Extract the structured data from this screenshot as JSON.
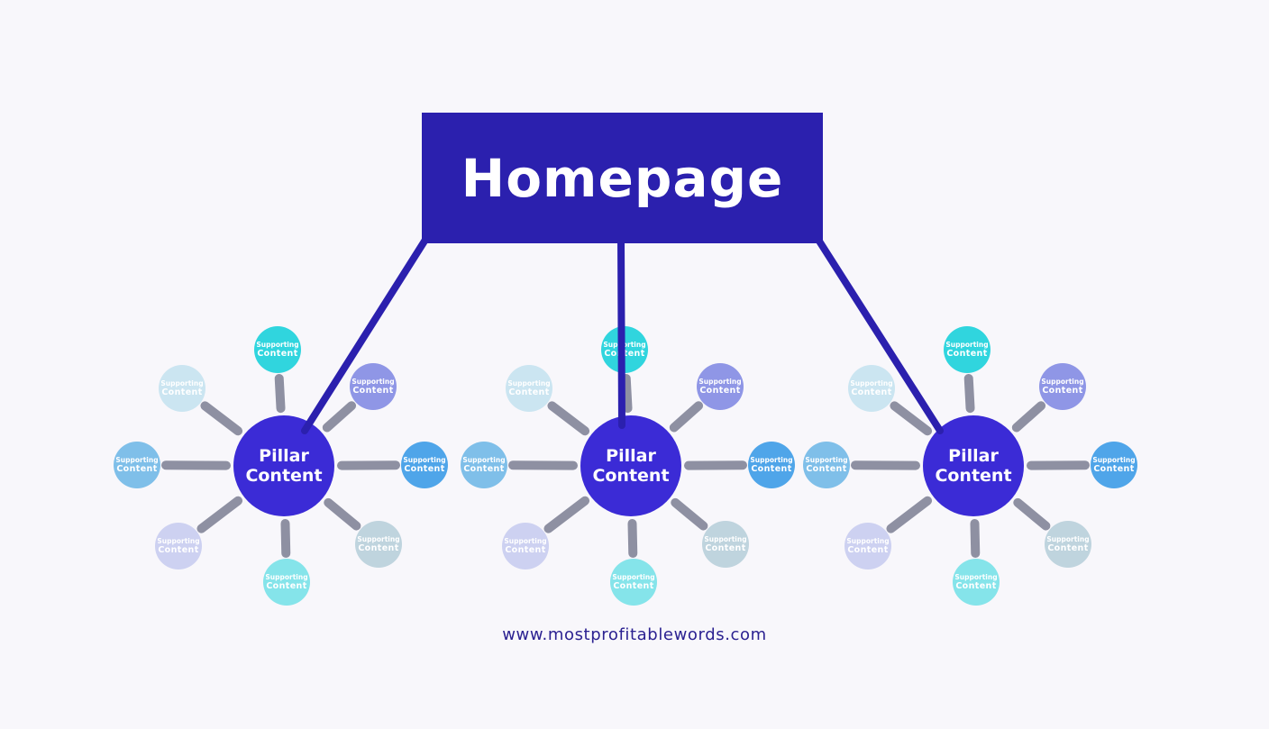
{
  "canvas": {
    "background": "#F8F7FB"
  },
  "header": {
    "title": "Homepage",
    "box_color": "#2B20AE",
    "text_color": "#FFFFFF"
  },
  "watermark": {
    "text": "www.mostprofitablewords.com",
    "color": "#2B2191"
  },
  "connectors": {
    "trunk_color": "#2B20AE",
    "spoke_color": "#8E90A2"
  },
  "pillar": {
    "label_line1": "Pillar",
    "label_line2": "Content",
    "color": "#3B2BD6",
    "text_color": "#FFFFFF"
  },
  "supporting": {
    "label_line1": "Supporting",
    "label_line2": "Content",
    "text_color": "#FFFFFF"
  },
  "palette": {
    "top": "#30D5DE",
    "top_right": "#8F96E6",
    "right": "#4FA5E9",
    "bottom_right": "#BFD4DE",
    "bottom": "#85E4EA",
    "bottom_left": "#CDD1F1",
    "left": "#7FBFE9",
    "top_left": "#CBE5F1"
  },
  "clusters": [
    {
      "name": "left-pillar"
    },
    {
      "name": "middle-pillar"
    },
    {
      "name": "right-pillar"
    }
  ]
}
